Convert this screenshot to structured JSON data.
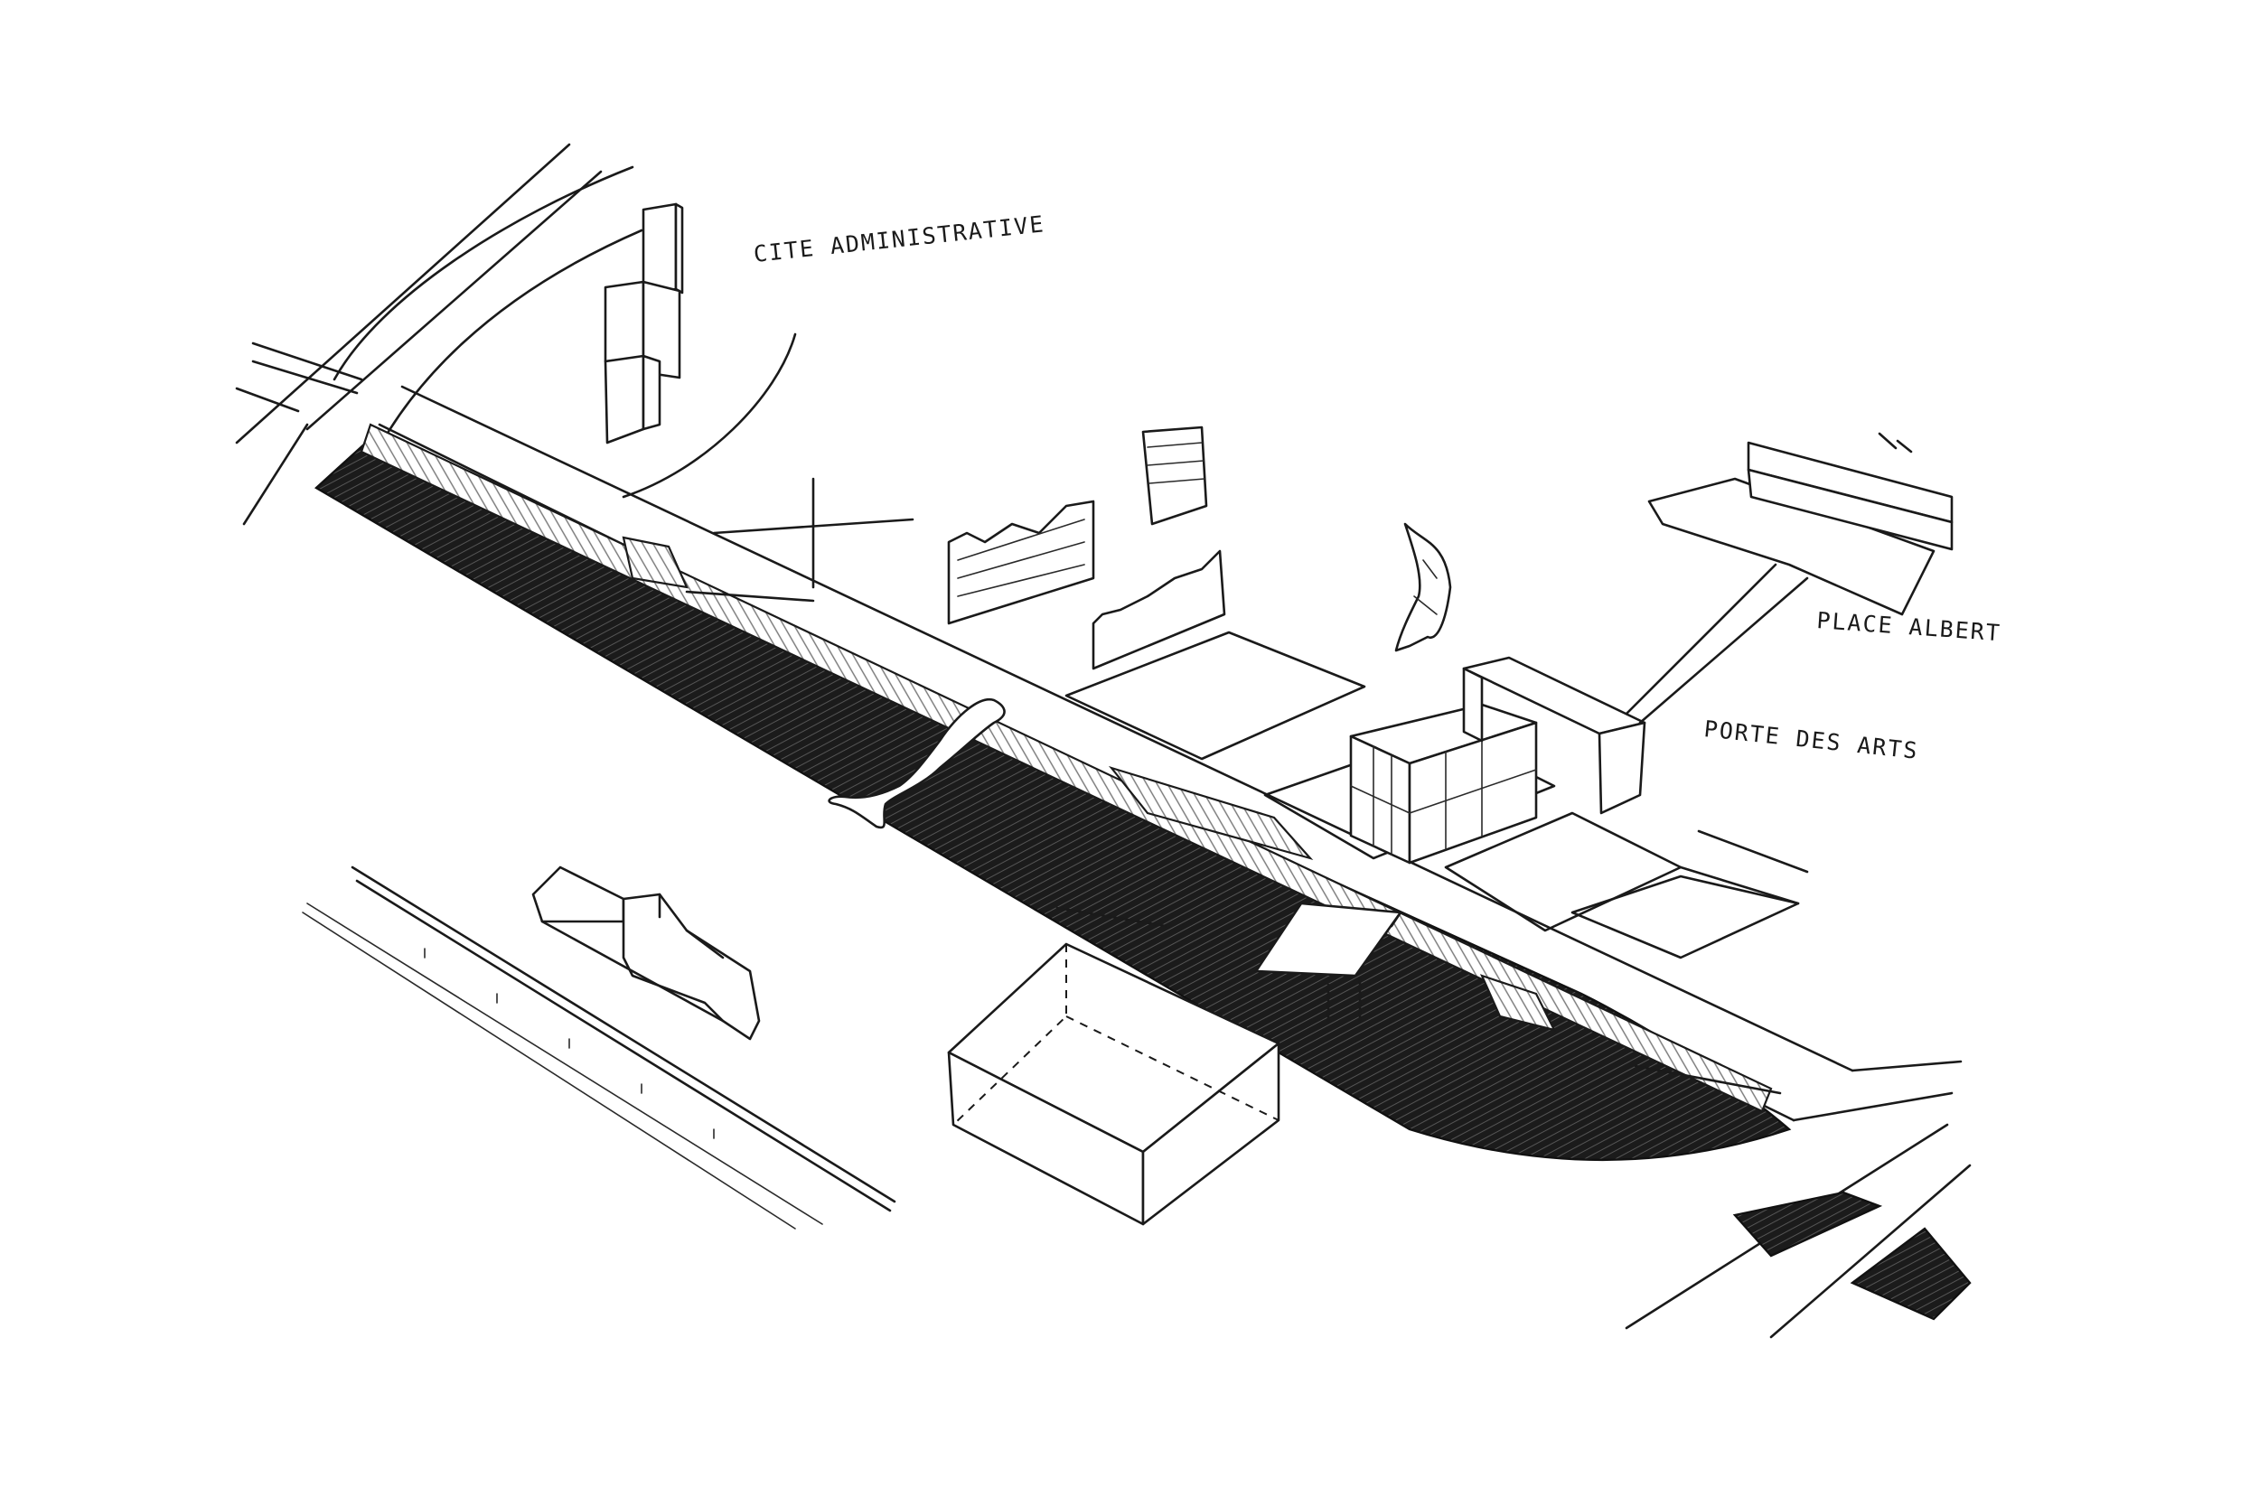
{
  "labels": {
    "cite_administrative": "CITE ADMINISTRATIVE",
    "place_albert": "PLACE ALBERT",
    "porte_des_arts": "PORTE DES ARTS"
  },
  "colors": {
    "ink": "#1a1a1a",
    "paper": "#ffffff"
  }
}
